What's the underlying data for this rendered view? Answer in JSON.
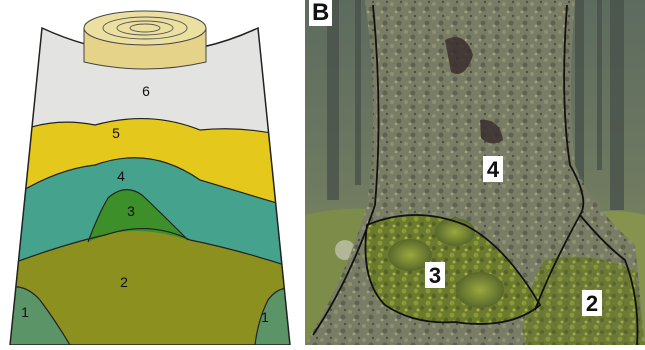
{
  "panel_a": {
    "zones": [
      {
        "label": "6"
      },
      {
        "label": "5"
      },
      {
        "label": "4"
      },
      {
        "label": "3"
      },
      {
        "label": "2"
      },
      {
        "label": "1"
      },
      {
        "label": "1"
      }
    ],
    "colors": {
      "zone6": "#e3e3e1",
      "zone5": "#e4c81c",
      "zone4": "#45a28c",
      "zone3": "#3d8f2a",
      "zone2": "#8c901f",
      "zone1": "#5b9466",
      "stump": "#e6d38a"
    }
  },
  "panel_b": {
    "letter": "B",
    "labels": [
      {
        "label": "4"
      },
      {
        "label": "3"
      },
      {
        "label": "2"
      }
    ]
  }
}
